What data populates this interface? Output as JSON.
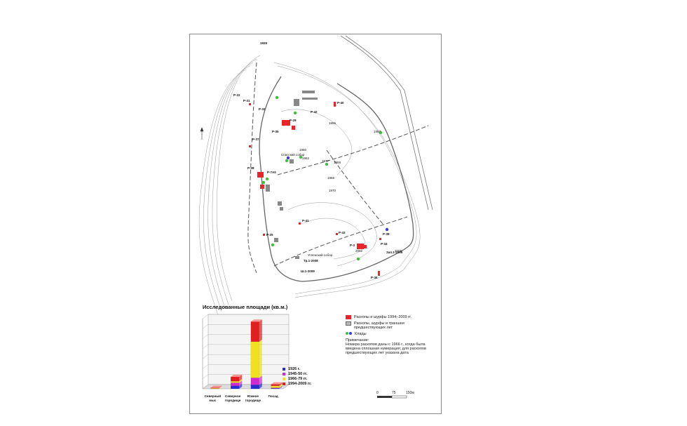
{
  "map": {
    "labels": [
      "Р-22",
      "Р-31",
      "Р-32",
      "Р-35",
      "Р-37",
      "Р-38",
      "Р-7А5",
      "Р-40",
      "Р-42",
      "Р-29",
      "Р-41",
      "Р-43",
      "Р-3",
      "Р-36",
      "Р-25",
      "Р-39",
      "Р-34",
      "Зап.1-2005",
      "Тр.1-2008",
      "Ш.1-2009",
      "Спасский собор",
      "Успенский собор",
      "1926",
      "1956",
      "1957",
      "1958",
      "1960",
      "1962",
      "1965",
      "1970",
      "1977",
      "2002",
      "2005"
    ],
    "colors": {
      "excavation_recent": "#e8262a",
      "excavation_earlier": "#888888",
      "hoard_green": "#3fbf3f",
      "hoard_blue": "#3b3bd6",
      "contour": "#9a9a9a",
      "road": "#555555"
    }
  },
  "legend": {
    "recent": "Раскопы и шурфы 1994–2009 гг.",
    "earlier": "Раскопы, шурфы и траншеи предшествующих лет",
    "hoards": "Клады",
    "note_title": "Примечание:",
    "note_text": "Номера раскопов даны с 1966 г., когда была введена сплошная нумерация; для раскопов предшествующих лет указана дата",
    "scale": [
      "0",
      "75",
      "150м"
    ]
  },
  "chart_data": {
    "type": "bar",
    "title": "Исследованные площади (кв.м.)",
    "categories": [
      "Северный мыс",
      "Северное городище",
      "Южное городище",
      "Посад"
    ],
    "series": [
      {
        "name": "1926 г.",
        "color": "#2b2bd0",
        "values": [
          0,
          300,
          400,
          50
        ]
      },
      {
        "name": "1945-50 гг.",
        "color": "#d02bd0",
        "values": [
          0,
          300,
          700,
          50
        ]
      },
      {
        "name": "1966-79 гг.",
        "color": "#f0e020",
        "values": [
          50,
          150,
          3600,
          200
        ]
      },
      {
        "name": "1994-2009 гг.",
        "color": "#e02020",
        "values": [
          50,
          450,
          2000,
          150
        ]
      }
    ],
    "ylim": [
      0,
      7000
    ]
  }
}
